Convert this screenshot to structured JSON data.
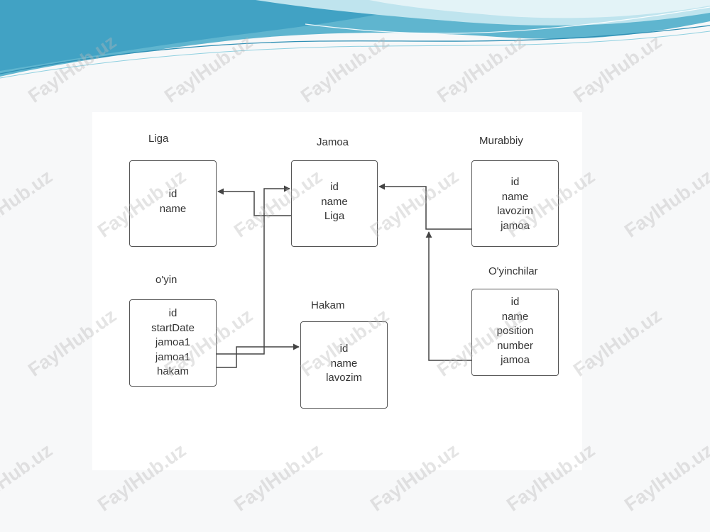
{
  "colors": {
    "banner_light": "#bfe4ee",
    "banner_mid": "#6fc1d6",
    "banner_dark": "#2f8fb4",
    "box_border": "#555555",
    "connector": "#444444",
    "text": "#333333",
    "watermark": "#b9b9b9"
  },
  "entities": {
    "liga": {
      "title": "Liga",
      "fields": [
        "id",
        "name"
      ]
    },
    "jamoa": {
      "title": "Jamoa",
      "fields": [
        "id",
        "name",
        "Liga"
      ]
    },
    "murabbiy": {
      "title": "Murabbiy",
      "fields": [
        "id",
        "name",
        "lavozim",
        "jamoa"
      ]
    },
    "oyin": {
      "title": "o'yin",
      "fields": [
        "id",
        "startDate",
        "jamoa1",
        "jamoa1",
        "hakam"
      ]
    },
    "hakam": {
      "title": "Hakam",
      "fields": [
        "id",
        "name",
        "lavozim"
      ]
    },
    "oyinchilar": {
      "title": "O'yinchilar",
      "fields": [
        "id",
        "name",
        "position",
        "number",
        "jamoa"
      ]
    }
  },
  "watermark": {
    "text": "FaylHub.uz"
  }
}
